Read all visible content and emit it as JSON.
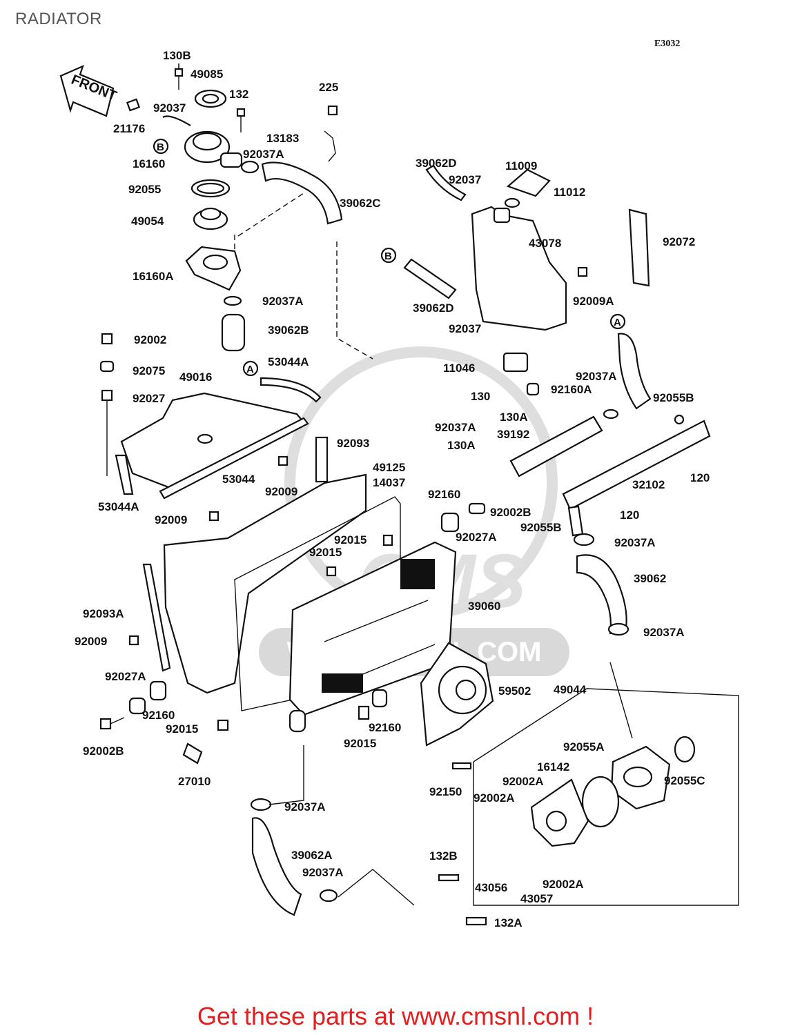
{
  "title": "RADIATOR",
  "diagram_code": "E3032",
  "front_label": "FRONT",
  "callouts": {
    "a": "A",
    "b": "B"
  },
  "watermark": {
    "brand": "CMS",
    "url": "WWW.CMSNL.COM"
  },
  "parts": [
    {
      "id": "130B",
      "text": "130B"
    },
    {
      "id": "49085",
      "text": "49085"
    },
    {
      "id": "132",
      "text": "132"
    },
    {
      "id": "225",
      "text": "225"
    },
    {
      "id": "92037-top",
      "text": "92037"
    },
    {
      "id": "21176",
      "text": "21176"
    },
    {
      "id": "13183",
      "text": "13183"
    },
    {
      "id": "92037A-1",
      "text": "92037A"
    },
    {
      "id": "16160",
      "text": "16160"
    },
    {
      "id": "92055",
      "text": "92055"
    },
    {
      "id": "39062C",
      "text": "39062C"
    },
    {
      "id": "49054",
      "text": "49054"
    },
    {
      "id": "16160A",
      "text": "16160A"
    },
    {
      "id": "92037A-2",
      "text": "92037A"
    },
    {
      "id": "39062B",
      "text": "39062B"
    },
    {
      "id": "39062D-1",
      "text": "39062D"
    },
    {
      "id": "11009",
      "text": "11009"
    },
    {
      "id": "92037-2",
      "text": "92037"
    },
    {
      "id": "11012",
      "text": "11012"
    },
    {
      "id": "92072",
      "text": "92072"
    },
    {
      "id": "43078",
      "text": "43078"
    },
    {
      "id": "39062D-2",
      "text": "39062D"
    },
    {
      "id": "92009A",
      "text": "92009A"
    },
    {
      "id": "92037-3",
      "text": "92037"
    },
    {
      "id": "92002",
      "text": "92002"
    },
    {
      "id": "92075",
      "text": "92075"
    },
    {
      "id": "53044A-1",
      "text": "53044A"
    },
    {
      "id": "49016",
      "text": "49016"
    },
    {
      "id": "92027",
      "text": "92027"
    },
    {
      "id": "11046",
      "text": "11046"
    },
    {
      "id": "92037A-3",
      "text": "92037A"
    },
    {
      "id": "130",
      "text": "130"
    },
    {
      "id": "92160A",
      "text": "92160A"
    },
    {
      "id": "92055B",
      "text": "92055B"
    },
    {
      "id": "130A-1",
      "text": "130A"
    },
    {
      "id": "92037A-4",
      "text": "92037A"
    },
    {
      "id": "39192",
      "text": "39192"
    },
    {
      "id": "130A-2",
      "text": "130A"
    },
    {
      "id": "92093",
      "text": "92093"
    },
    {
      "id": "49125",
      "text": "49125"
    },
    {
      "id": "53044",
      "text": "53044"
    },
    {
      "id": "14037",
      "text": "14037"
    },
    {
      "id": "92009-1",
      "text": "92009"
    },
    {
      "id": "120-1",
      "text": "120"
    },
    {
      "id": "32102",
      "text": "32102"
    },
    {
      "id": "53044A-2",
      "text": "53044A"
    },
    {
      "id": "92160-1",
      "text": "92160"
    },
    {
      "id": "92002B-1",
      "text": "92002B"
    },
    {
      "id": "120-2",
      "text": "120"
    },
    {
      "id": "92009-2",
      "text": "92009"
    },
    {
      "id": "92055B-2",
      "text": "92055B"
    },
    {
      "id": "92027A-1",
      "text": "92027A"
    },
    {
      "id": "92015-1",
      "text": "92015"
    },
    {
      "id": "92037A-5",
      "text": "92037A"
    },
    {
      "id": "92015-2",
      "text": "92015"
    },
    {
      "id": "39062",
      "text": "39062"
    },
    {
      "id": "39060",
      "text": "39060"
    },
    {
      "id": "92093A",
      "text": "92093A"
    },
    {
      "id": "92037A-6",
      "text": "92037A"
    },
    {
      "id": "92009-3",
      "text": "92009"
    },
    {
      "id": "92027A-2",
      "text": "92027A"
    },
    {
      "id": "49044",
      "text": "49044"
    },
    {
      "id": "59502",
      "text": "59502"
    },
    {
      "id": "92160-2",
      "text": "92160"
    },
    {
      "id": "92160-3",
      "text": "92160"
    },
    {
      "id": "92015-3",
      "text": "92015"
    },
    {
      "id": "92055A",
      "text": "92055A"
    },
    {
      "id": "92002B-2",
      "text": "92002B"
    },
    {
      "id": "92015-4",
      "text": "92015"
    },
    {
      "id": "16142",
      "text": "16142"
    },
    {
      "id": "92002A-1",
      "text": "92002A"
    },
    {
      "id": "92055C",
      "text": "92055C"
    },
    {
      "id": "27010",
      "text": "27010"
    },
    {
      "id": "92150",
      "text": "92150"
    },
    {
      "id": "92002A-2",
      "text": "92002A"
    },
    {
      "id": "92037A-7",
      "text": "92037A"
    },
    {
      "id": "39062A",
      "text": "39062A"
    },
    {
      "id": "132B",
      "text": "132B"
    },
    {
      "id": "92037A-8",
      "text": "92037A"
    },
    {
      "id": "43056",
      "text": "43056"
    },
    {
      "id": "92002A-3",
      "text": "92002A"
    },
    {
      "id": "43057",
      "text": "43057"
    },
    {
      "id": "132A",
      "text": "132A"
    }
  ],
  "footer": "Get these parts at www.cmsnl.com !"
}
